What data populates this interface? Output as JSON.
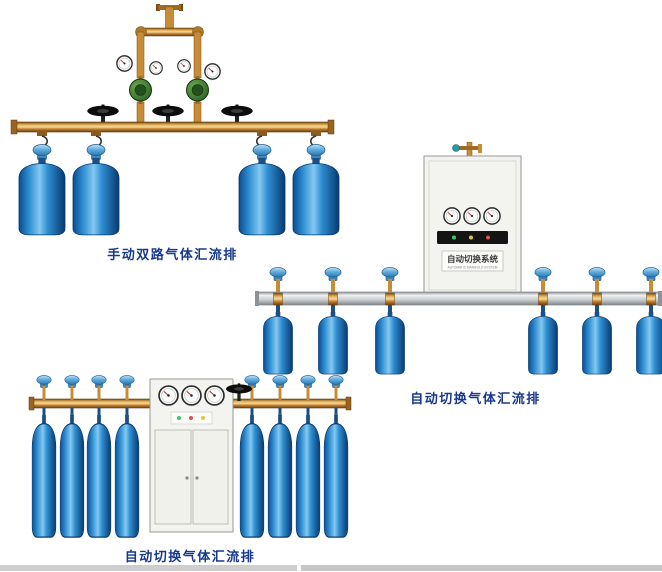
{
  "page": {
    "background": "#ffffff",
    "caption_color": "#16388e"
  },
  "products": {
    "manual_dual": {
      "caption": "手动双路气体汇流排"
    },
    "auto_right": {
      "caption": "自动切换气体汇流排",
      "cabinet": {
        "title": "自动切换系统",
        "subtitle": "AUTOMATIC MANIFOLD SYSTEM"
      }
    },
    "auto_bottom": {
      "caption": "自动切换气体汇流排"
    }
  },
  "colors": {
    "cylinder_blue": "#1478c8",
    "cylinder_cap_blue": "#5aa8dc",
    "brass_pipe": "#c88c36",
    "regulator_green": "#3a7a30",
    "handwheel_black": "#111111",
    "cabinet_body": "#f3f3ef",
    "rail_silver": "#c9cdd0",
    "caption_navy": "#16388e"
  }
}
